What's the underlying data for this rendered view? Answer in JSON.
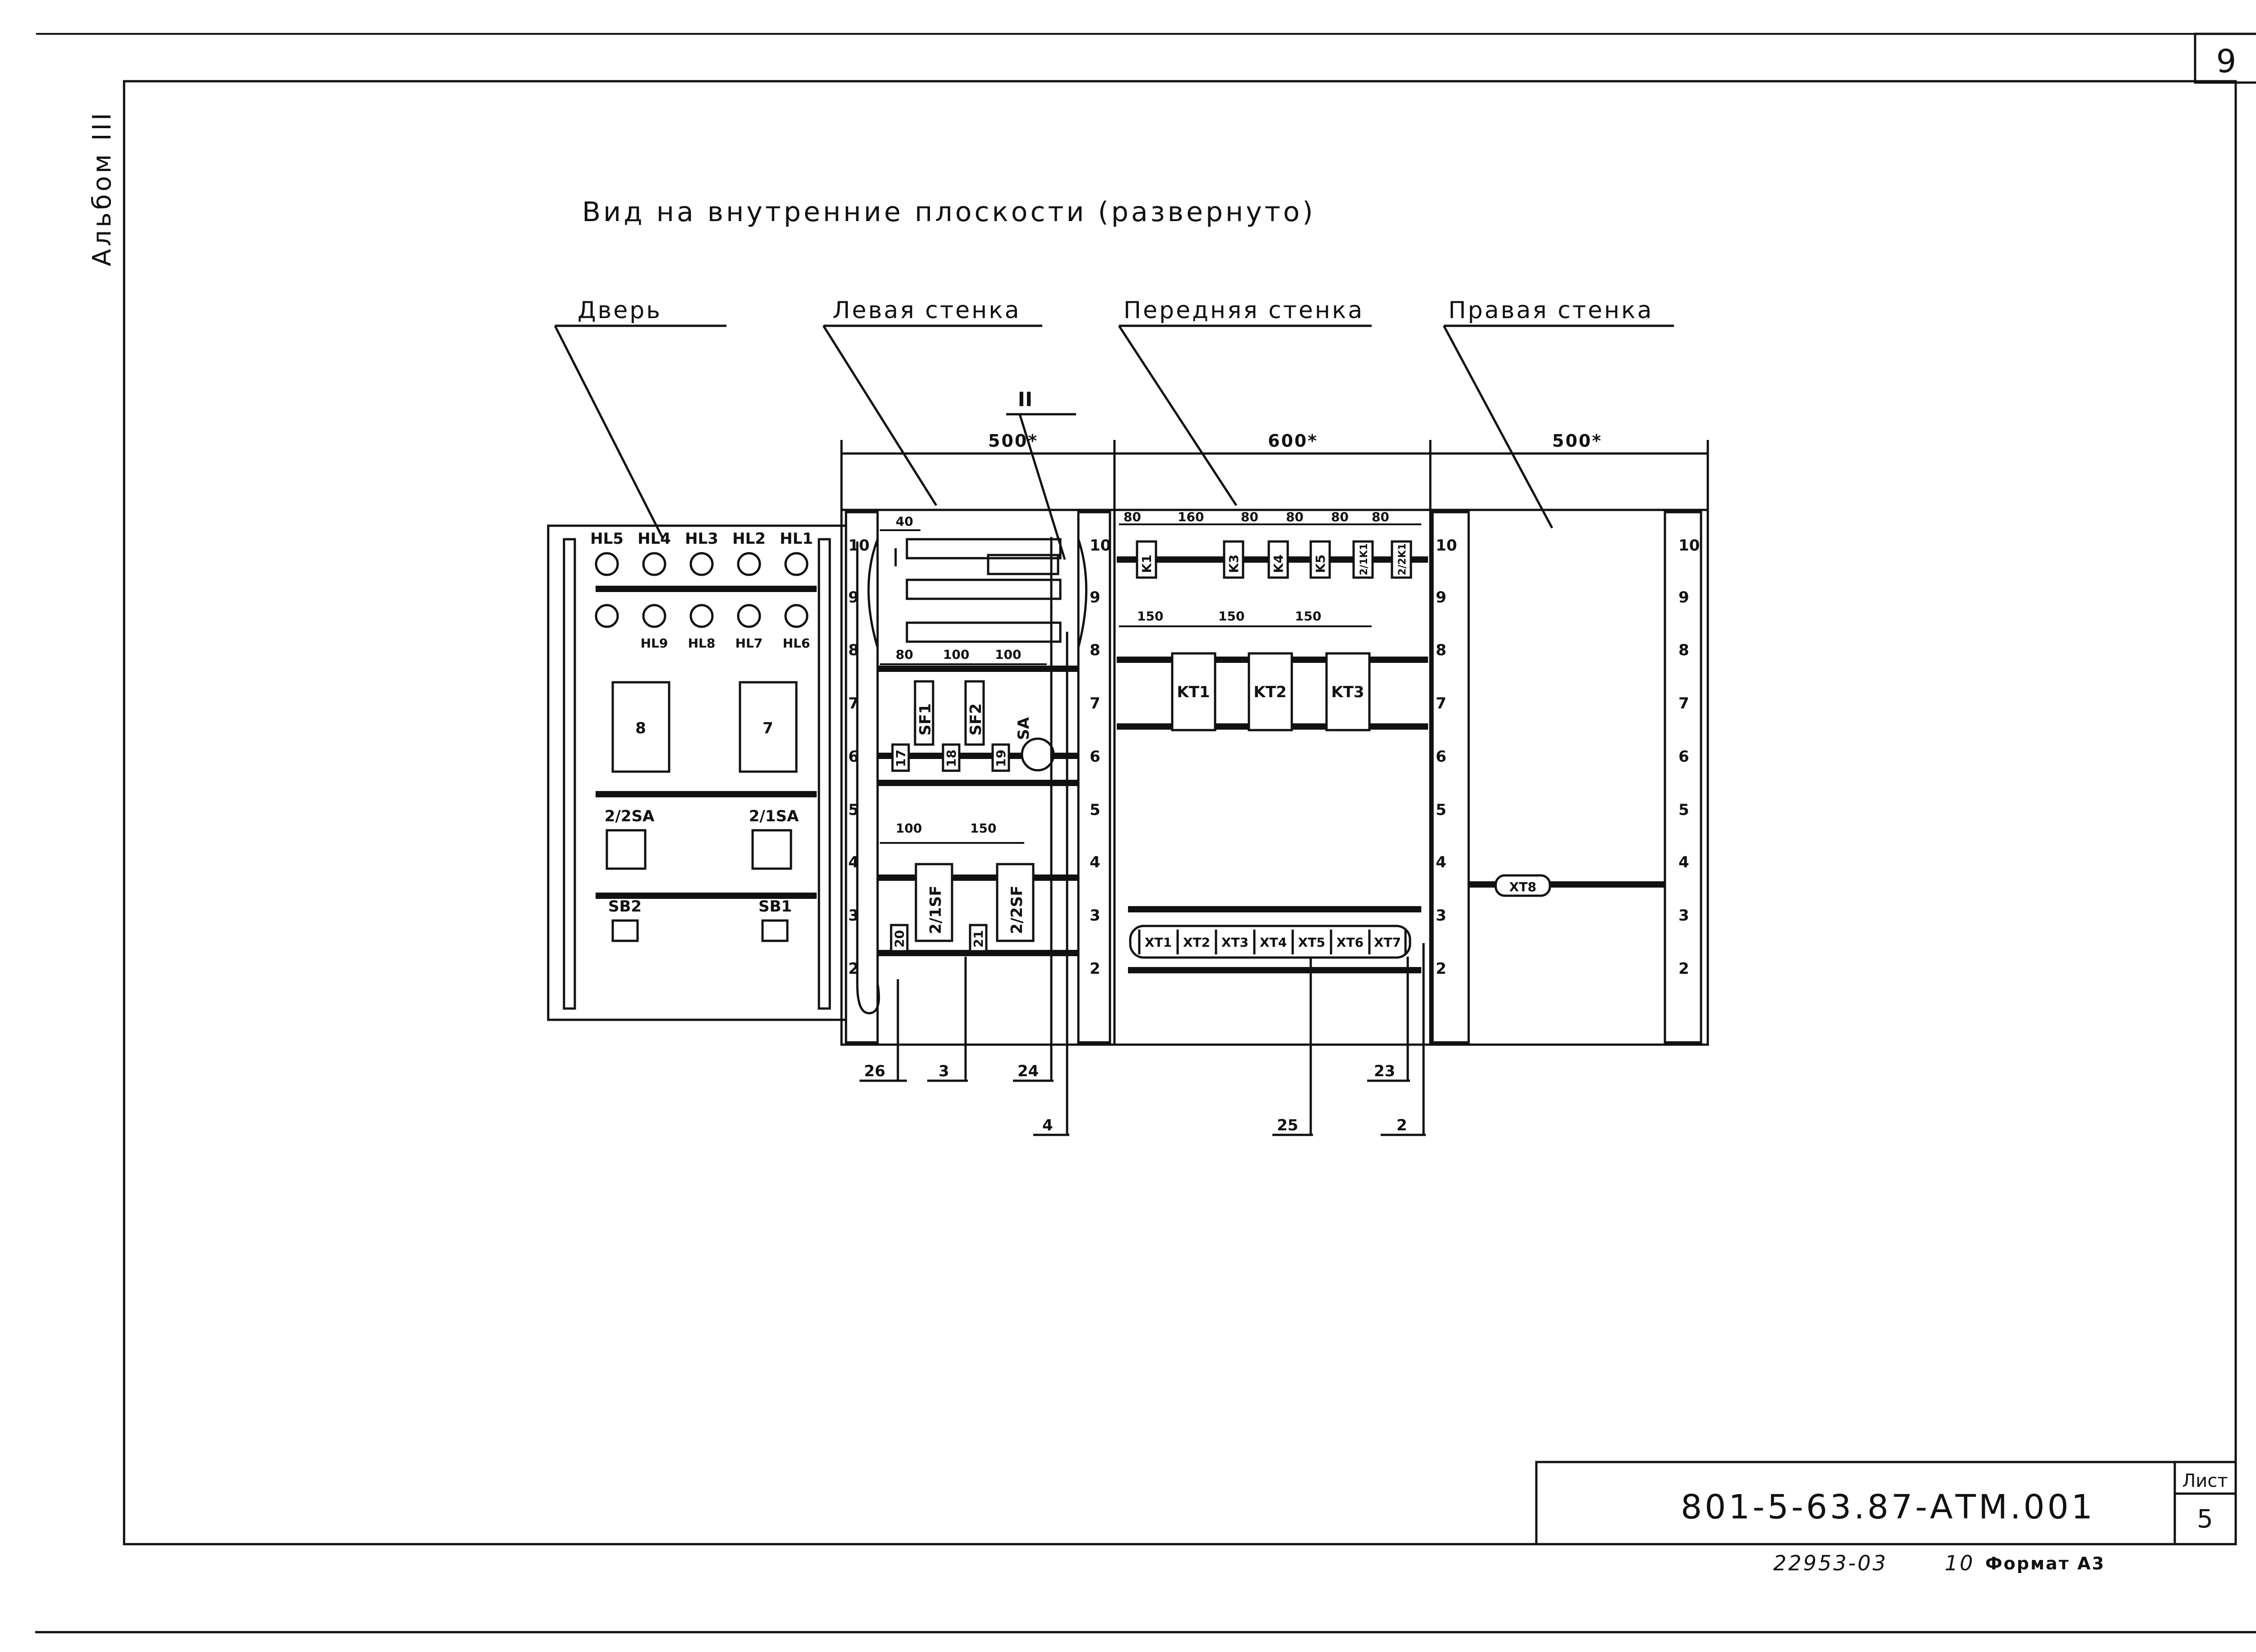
{
  "page_number": "9",
  "album_label": "Альбом III",
  "title": "Вид на внутренние плоскости (развернуто)",
  "sections": {
    "door": "Дверь",
    "left_wall": "Левая стенка",
    "front_wall": "Передняя стенка",
    "right_wall": "Правая стенка"
  },
  "detail_mark": "II",
  "overall_dims": {
    "left": "500*",
    "front": "600*",
    "right": "500*"
  },
  "scale_ticks": [
    "10",
    "9",
    "8",
    "7",
    "6",
    "5",
    "4",
    "3",
    "2"
  ],
  "door": {
    "lamps_top": [
      "HL5",
      "HL4",
      "HL3",
      "HL2",
      "HL1"
    ],
    "lamps_bottom": [
      "HL9",
      "HL8",
      "HL7",
      "HL6"
    ],
    "block_left": "8",
    "block_right": "7",
    "switch_left": "2/2SA",
    "switch_right": "2/1SA",
    "button_left": "SB2",
    "button_right": "SB1"
  },
  "left_wall": {
    "dim_top": "40",
    "dims_row2": [
      "80",
      "100",
      "100"
    ],
    "dims_row3": [
      "100",
      "150"
    ],
    "breakers_top": [
      "SF1",
      "SF2"
    ],
    "switch": "SA",
    "terminals_top": [
      "17",
      "18",
      "19"
    ],
    "breakers_bottom": [
      "2/1SF",
      "2/2SF"
    ],
    "terminals_bottom": [
      "20",
      "21"
    ]
  },
  "front_wall": {
    "dims_top": [
      "80",
      "160",
      "80",
      "80",
      "80",
      "80"
    ],
    "relays_top": [
      "K1",
      "K3",
      "K4",
      "K5",
      "2/1K1",
      "2/2K1"
    ],
    "dims_mid": [
      "150",
      "150",
      "150"
    ],
    "timers": [
      "KT1",
      "KT2",
      "KT3"
    ],
    "terminals": [
      "XT1",
      "XT2",
      "XT3",
      "XT4",
      "XT5",
      "XT6",
      "XT7"
    ]
  },
  "right_wall": {
    "terminal": "XT8"
  },
  "callouts": [
    "26",
    "3",
    "24",
    "4",
    "25",
    "2",
    "23"
  ],
  "stamp": {
    "code": "801-5-63.87-АТМ.001",
    "sheet_label": "Лист",
    "sheet_number": "5"
  },
  "footer": {
    "inventory": "22953-03",
    "copy": "10",
    "format": "Формат А3"
  }
}
